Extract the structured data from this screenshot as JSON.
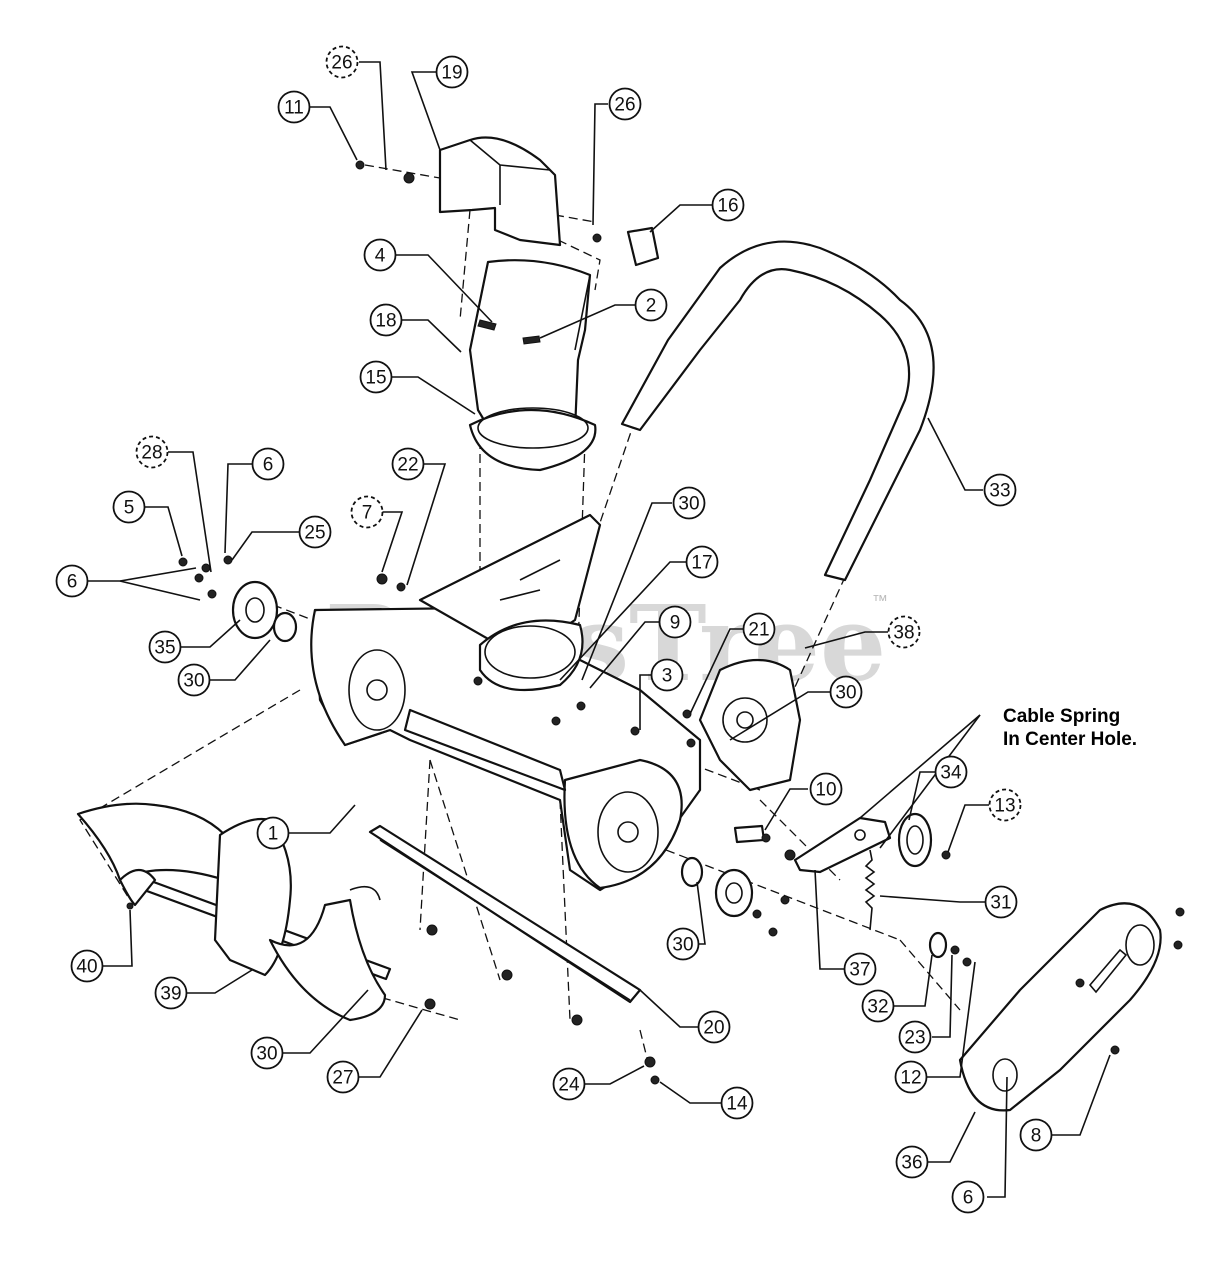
{
  "watermark": {
    "text": "PartsTree",
    "trademark": "™"
  },
  "note": {
    "line1": "Cable Spring",
    "line2": "In Center Hole."
  },
  "callouts": [
    {
      "label": "26",
      "dashed": true
    },
    {
      "label": "19",
      "dashed": false
    },
    {
      "label": "11",
      "dashed": false
    },
    {
      "label": "26",
      "dashed": false
    },
    {
      "label": "16",
      "dashed": false
    },
    {
      "label": "4",
      "dashed": false
    },
    {
      "label": "2",
      "dashed": false
    },
    {
      "label": "18",
      "dashed": false
    },
    {
      "label": "15",
      "dashed": false
    },
    {
      "label": "33",
      "dashed": false
    },
    {
      "label": "28",
      "dashed": true
    },
    {
      "label": "6",
      "dashed": false
    },
    {
      "label": "22",
      "dashed": false
    },
    {
      "label": "5",
      "dashed": false
    },
    {
      "label": "25",
      "dashed": false
    },
    {
      "label": "7",
      "dashed": true
    },
    {
      "label": "30",
      "dashed": false
    },
    {
      "label": "6",
      "dashed": false
    },
    {
      "label": "17",
      "dashed": false
    },
    {
      "label": "38",
      "dashed": true
    },
    {
      "label": "9",
      "dashed": false
    },
    {
      "label": "21",
      "dashed": false
    },
    {
      "label": "35",
      "dashed": false
    },
    {
      "label": "30",
      "dashed": false
    },
    {
      "label": "3",
      "dashed": false
    },
    {
      "label": "30",
      "dashed": false
    },
    {
      "label": "34",
      "dashed": false
    },
    {
      "label": "1",
      "dashed": false
    },
    {
      "label": "10",
      "dashed": false
    },
    {
      "label": "13",
      "dashed": true
    },
    {
      "label": "31",
      "dashed": false
    },
    {
      "label": "40",
      "dashed": false
    },
    {
      "label": "39",
      "dashed": false
    },
    {
      "label": "30",
      "dashed": false
    },
    {
      "label": "37",
      "dashed": false
    },
    {
      "label": "20",
      "dashed": false
    },
    {
      "label": "32",
      "dashed": false
    },
    {
      "label": "23",
      "dashed": false
    },
    {
      "label": "30",
      "dashed": false
    },
    {
      "label": "27",
      "dashed": false
    },
    {
      "label": "12",
      "dashed": false
    },
    {
      "label": "24",
      "dashed": false
    },
    {
      "label": "14",
      "dashed": false
    },
    {
      "label": "8",
      "dashed": false
    },
    {
      "label": "36",
      "dashed": false
    },
    {
      "label": "6",
      "dashed": false
    }
  ]
}
